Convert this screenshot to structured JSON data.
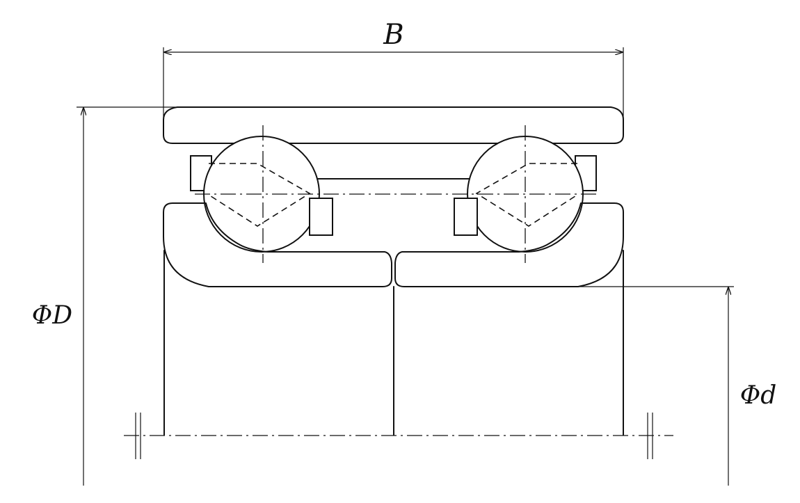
{
  "dimensions": {
    "width_symbol": "B",
    "outer_diameter_symbol": "ΦD",
    "bore_diameter_symbol": "Φd"
  }
}
